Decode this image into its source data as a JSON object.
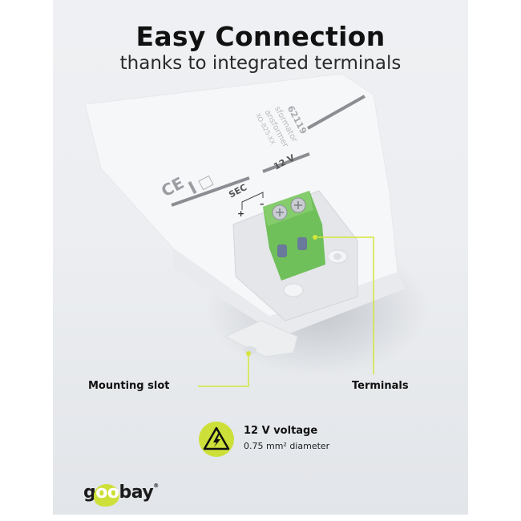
{
  "header": {
    "title": "Easy Connection",
    "subtitle": "thanks to integrated terminals"
  },
  "device": {
    "article_number": "62119",
    "label_line_1": "sformator",
    "label_line_2": "ansformer",
    "model": "XO-825-XX",
    "section_label": "SEC",
    "voltage_marking": "12 V",
    "plus": "+",
    "minus": "–",
    "ce_mark": "CE",
    "terminal_color": "#6fbf5a",
    "housing_color": "#f4f5f6"
  },
  "callouts": {
    "mounting_slot": "Mounting slot",
    "terminals": "Terminals",
    "line_color": "#d4e63c"
  },
  "feature": {
    "icon": "high-voltage-warning-icon",
    "title": "12 V voltage",
    "subtitle": "0.75 mm² diameter",
    "accent": "#cde03a"
  },
  "brand": {
    "prefix": "g",
    "highlight": "oo",
    "suffix": "bay",
    "registered": "®"
  }
}
